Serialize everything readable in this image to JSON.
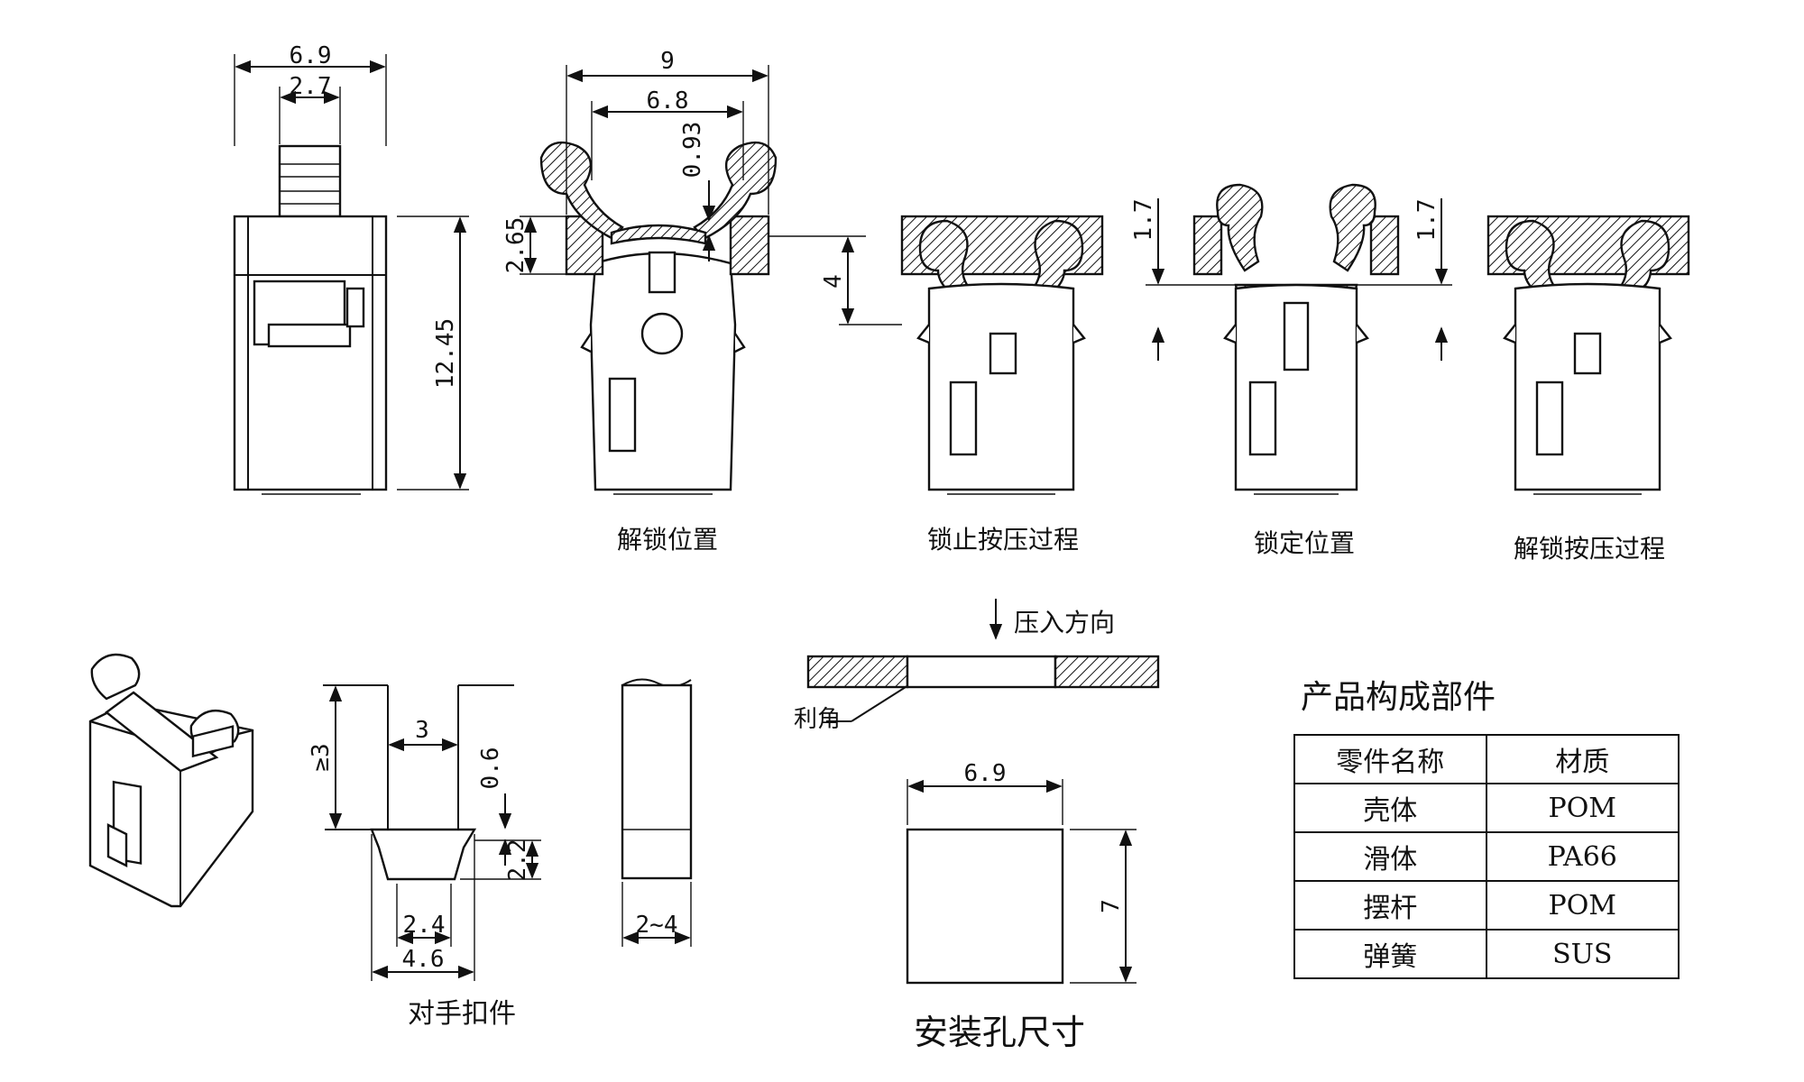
{
  "captions": {
    "unlock_position": "解锁位置",
    "lock_press_process": "锁止按压过程",
    "lock_position": "锁定位置",
    "unlock_press_process": "解锁按压过程",
    "mating_part": "对手扣件",
    "mount_hole_size": "安装孔尺寸",
    "press_direction": "压入方向",
    "sharp_corner": "利角"
  },
  "dims": {
    "front_width": "6.9",
    "front_tab": "2.7",
    "front_height": "12.45",
    "top_span": "9",
    "inner_span": "6.8",
    "arm_gap": "0.93",
    "flange": "2.65",
    "travel": "4",
    "lock_offset_1": "1.7",
    "lock_offset_2": "1.7",
    "slot_height": "≥3",
    "slot_width": "3",
    "lip": "0.6",
    "foot_height": "2.2",
    "foot_inner": "2.4",
    "foot_outer": "4.6",
    "panel_thk": "2~4",
    "hole_w": "6.9",
    "hole_h": "7"
  },
  "parts_table": {
    "title": "产品构成部件",
    "header": [
      "零件名称",
      "材质"
    ],
    "rows": [
      [
        "壳体",
        "POM"
      ],
      [
        "滑体",
        "PA66"
      ],
      [
        "摆杆",
        "POM"
      ],
      [
        "弹簧",
        "SUS"
      ]
    ]
  }
}
